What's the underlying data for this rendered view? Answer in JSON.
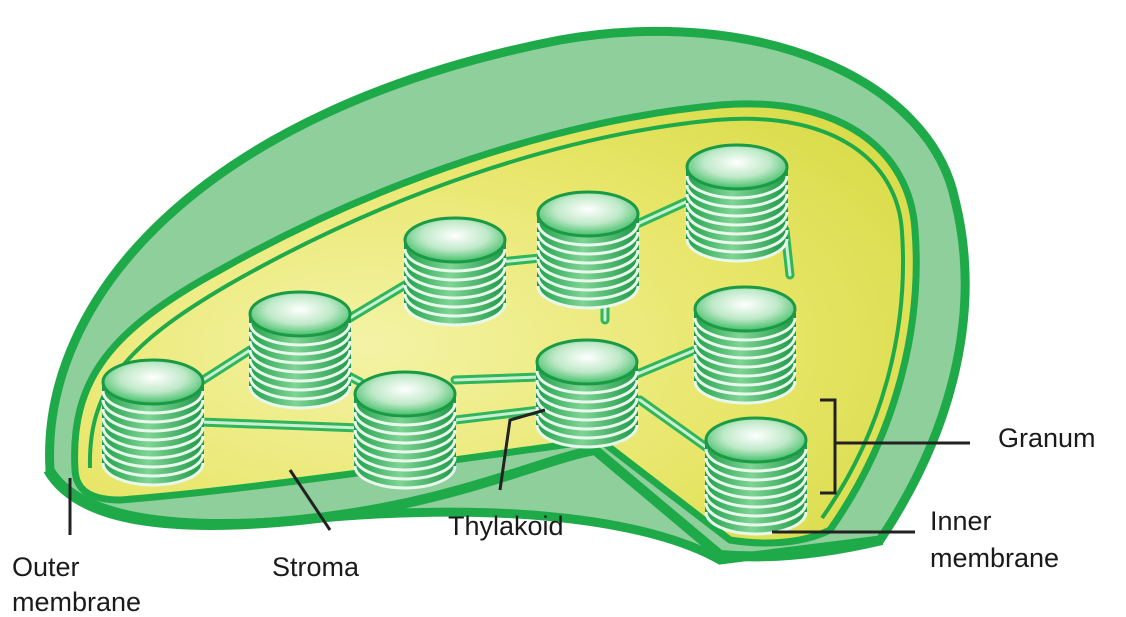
{
  "labels": {
    "outer_line1": "Outer",
    "outer_line2": "membrane",
    "stroma": "Stroma",
    "thylakoid": "Thylakoid",
    "granum": "Granum",
    "inner_line1": "Inner",
    "inner_line2": "membrane"
  },
  "colors": {
    "outer_green": "#1faa4a",
    "shell_fill": "#8fcf9c",
    "stroma_fill": "#e3e45a",
    "grana_green": "#2fb55a",
    "leader": "#222222"
  }
}
